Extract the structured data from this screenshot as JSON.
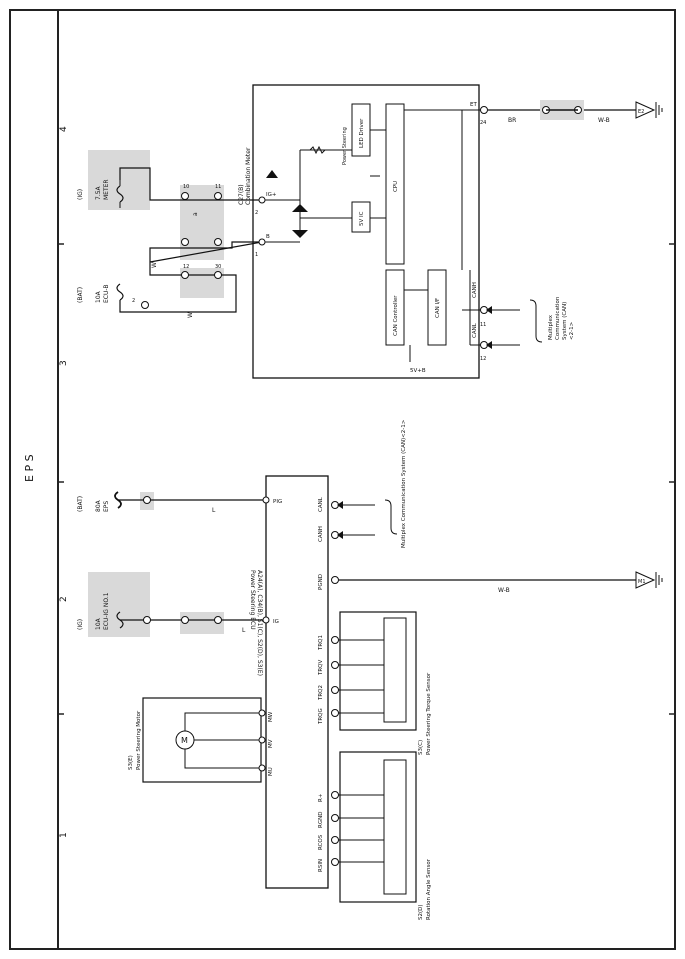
{
  "title": "E P S",
  "grid_numbers": [
    "4",
    "3",
    "2",
    "1"
  ],
  "top": {
    "fuse_ig": {
      "source": "(IG)",
      "amp": "7.5A",
      "name": "METER"
    },
    "fuse_bat": {
      "source": "(BAT)",
      "amp": "10A",
      "name": "ECU-B"
    },
    "meter_title": "C27(B)",
    "meter_name": "Combination Meter",
    "blocks": {
      "led": "LED Driver",
      "cpu": "CPU",
      "vic": "5V IC",
      "can_ctrl": "CAN Controller",
      "can_if": "CAN I/F"
    },
    "pins": {
      "ig": "IG+",
      "b": "B",
      "et": "ET",
      "canh": "CANH",
      "canl": "CANL",
      "svb": "5V+B"
    },
    "pin_nums": {
      "ig": "2",
      "b": "1",
      "et": "24",
      "canh": "11",
      "canl": "12"
    },
    "power_steering": "Power Steering",
    "wires": {
      "ig": "a",
      "b": "W",
      "bat": "W",
      "et": "BR",
      "gnd": "W-B"
    },
    "conn_nums": [
      "10",
      "11",
      "12",
      "30",
      "2"
    ],
    "multiplex": [
      "Multiplex",
      "Communication",
      "System (CAN)",
      "<2-1>"
    ],
    "ground": "E2"
  },
  "bottom": {
    "ecu_title": "A24(A), C34(B), S1(C), S2(D), S3(E)",
    "ecu_name": "Power Steering ECU",
    "fuse_bat": {
      "source": "(BAT)",
      "amp": "80A",
      "name": "EPS"
    },
    "fuse_ig": {
      "source": "(IG)",
      "amp": "10A",
      "name": "ECU-IG NO.1"
    },
    "ecu_pins": {
      "pig": "PIG",
      "canl": "CANL",
      "canh": "CANH",
      "pgnd": "PGND",
      "ig": "IG",
      "mw": "MW",
      "mv": "MV",
      "mu": "MU"
    },
    "torque_pins": [
      "TRQ1",
      "TRQV",
      "TRQ2",
      "TRQG"
    ],
    "angle_pins": [
      "RSIN",
      "RCOS",
      "RGND",
      "R+"
    ],
    "multiplex": "Multiplex Communication System (CAN)<2-1>",
    "torque_sensor": {
      "id": "S3(C)",
      "name": "Power Steering Torque Sensor"
    },
    "angle_sensor": {
      "id": "S2(D)",
      "name": "Rotation Angle Sensor"
    },
    "motor": {
      "id": "S3(E)",
      "name": "Power Steering Motor",
      "symbol": "M"
    },
    "wires": {
      "pig": "L",
      "ig": "L",
      "gnd": "W-B"
    },
    "ground": "M1"
  }
}
